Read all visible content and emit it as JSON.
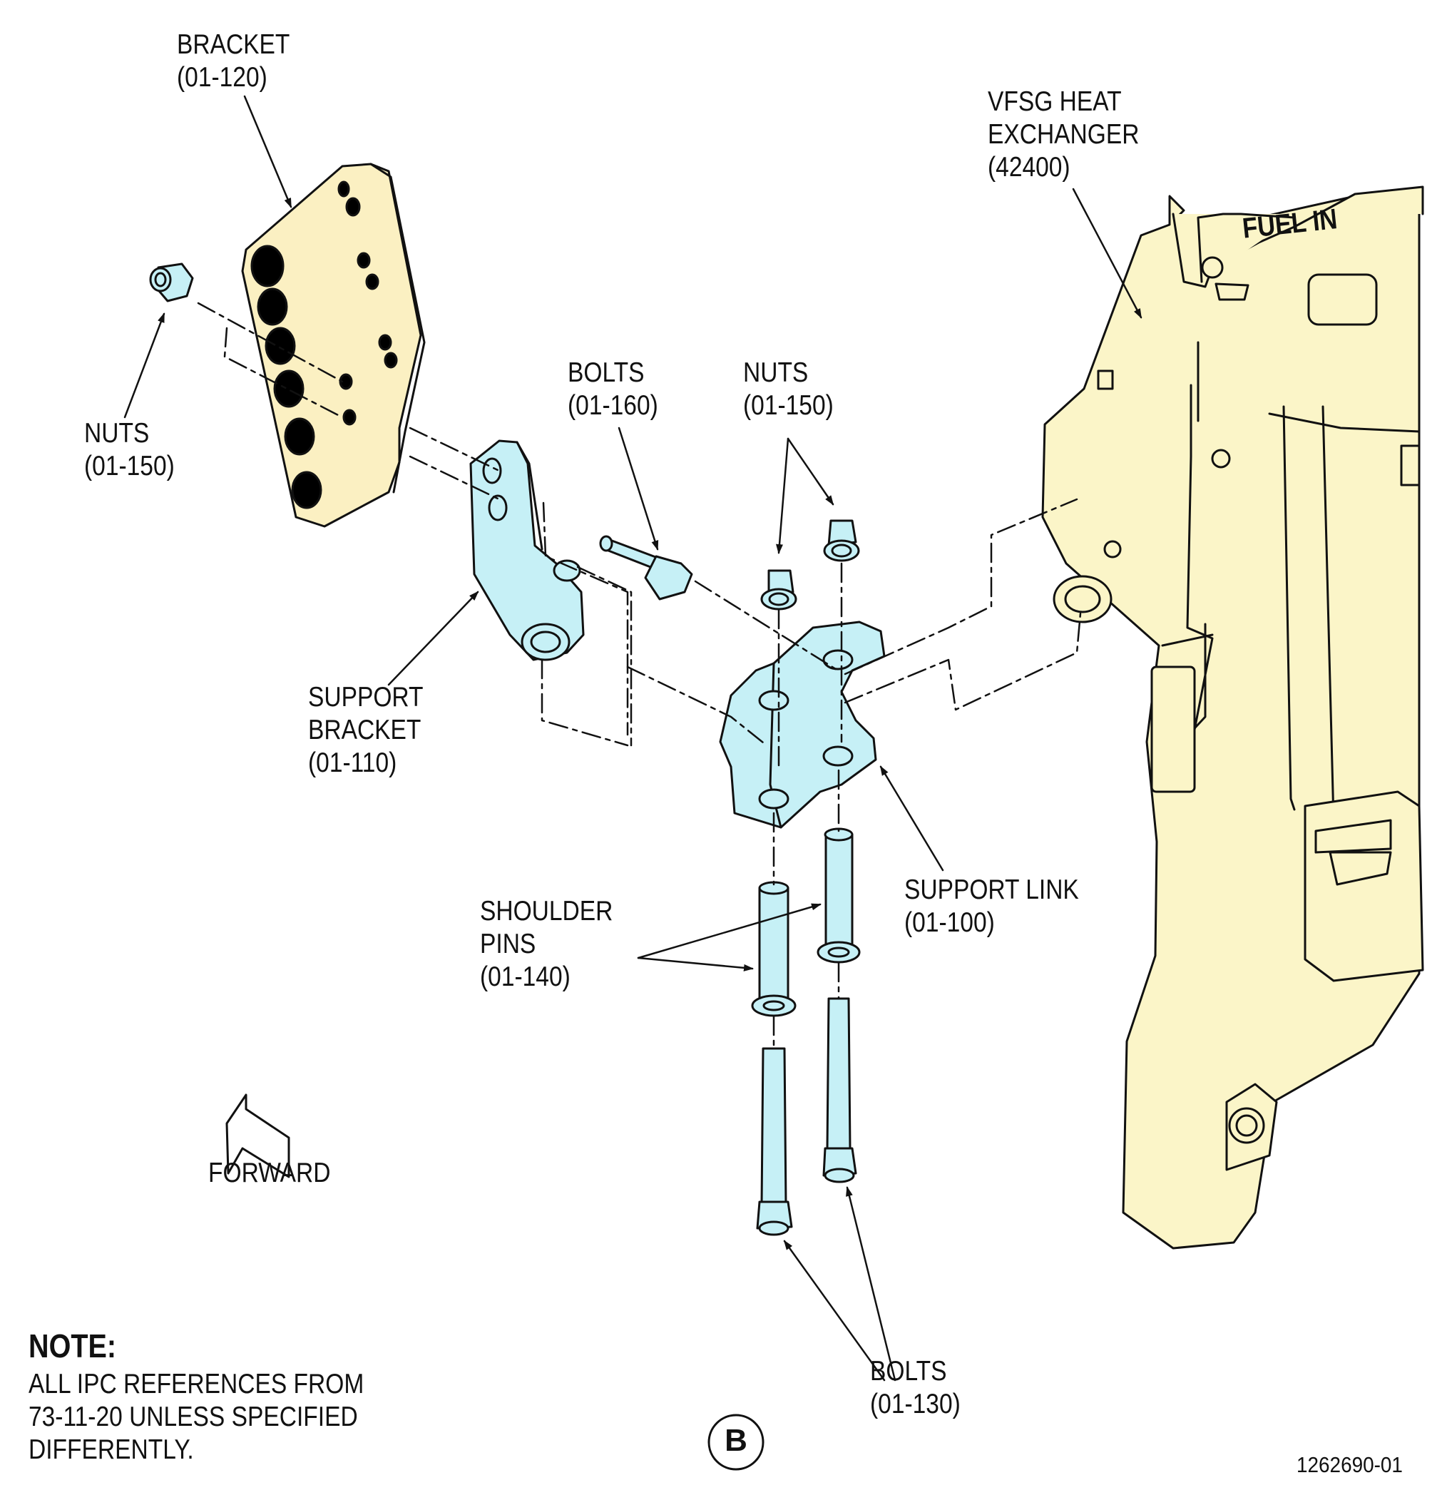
{
  "colors": {
    "heat_exchanger_fill": "#fbf5c8",
    "bracket_fill": "#fbf0c2",
    "hardware_fill": "#c6f0f6",
    "line": "#111111"
  },
  "labels": {
    "bracket": [
      "BRACKET",
      "(01-120)"
    ],
    "vfsg": [
      "VFSG HEAT",
      "EXCHANGER",
      "(42400)"
    ],
    "nuts_left": [
      "NUTS",
      "(01-150)"
    ],
    "bolts_top": [
      "BOLTS",
      "(01-160)"
    ],
    "nuts_top": [
      "NUTS",
      "(01-150)"
    ],
    "support_bracket": [
      "SUPPORT",
      "BRACKET",
      "(01-110)"
    ],
    "support_link": [
      "SUPPORT LINK",
      "(01-100)"
    ],
    "shoulder_pins": [
      "SHOULDER",
      "PINS",
      "(01-140)"
    ],
    "bolts_bottom": [
      "BOLTS",
      "(01-130)"
    ],
    "forward": "FORWARD",
    "fuel_in": "FUEL IN"
  },
  "note": {
    "title": "NOTE:",
    "lines": [
      "ALL IPC REFERENCES FROM",
      "73-11-20 UNLESS SPECIFIED",
      "DIFFERENTLY."
    ]
  },
  "detail_marker": "B",
  "figure_ref": "1262690-01"
}
